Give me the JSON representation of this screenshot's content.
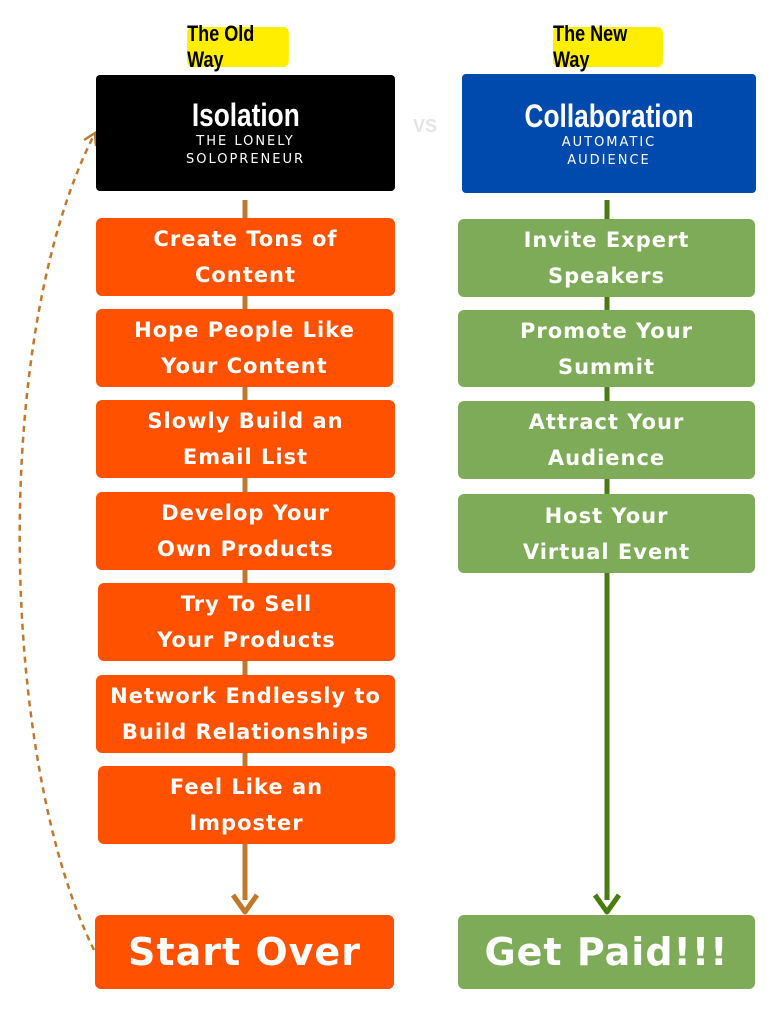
{
  "old": {
    "tag": "The Old Way",
    "title": "Isolation",
    "subtitle": "THE LONELY\nSOLOPRENEUR",
    "steps": [
      "Create Tons of\nContent",
      "Hope People Like\nYour Content",
      "Slowly Build an\nEmail List",
      "Develop Your\nOwn Products",
      "Try To Sell\nYour Products",
      "Network Endlessly to\nBuild Relationships",
      "Feel Like an\nImposter"
    ],
    "final": "Start Over"
  },
  "vs": "VS",
  "new": {
    "tag": "The New Way",
    "title": "Collaboration",
    "subtitle": "AUTOMATIC\nAUDIENCE",
    "steps": [
      "Invite Expert\nSpeakers",
      "Promote Your\nSummit",
      "Attract Your\nAudience",
      "Host Your\nVirtual Event"
    ],
    "final": "Get Paid!!!"
  },
  "colors": {
    "old_step": "#ff5100",
    "new_step": "#7eab57",
    "old_header": "#000000",
    "new_header": "#004aad",
    "tag": "#ffee00",
    "old_arrow": "#c0782a",
    "new_arrow": "#4a7a12"
  }
}
